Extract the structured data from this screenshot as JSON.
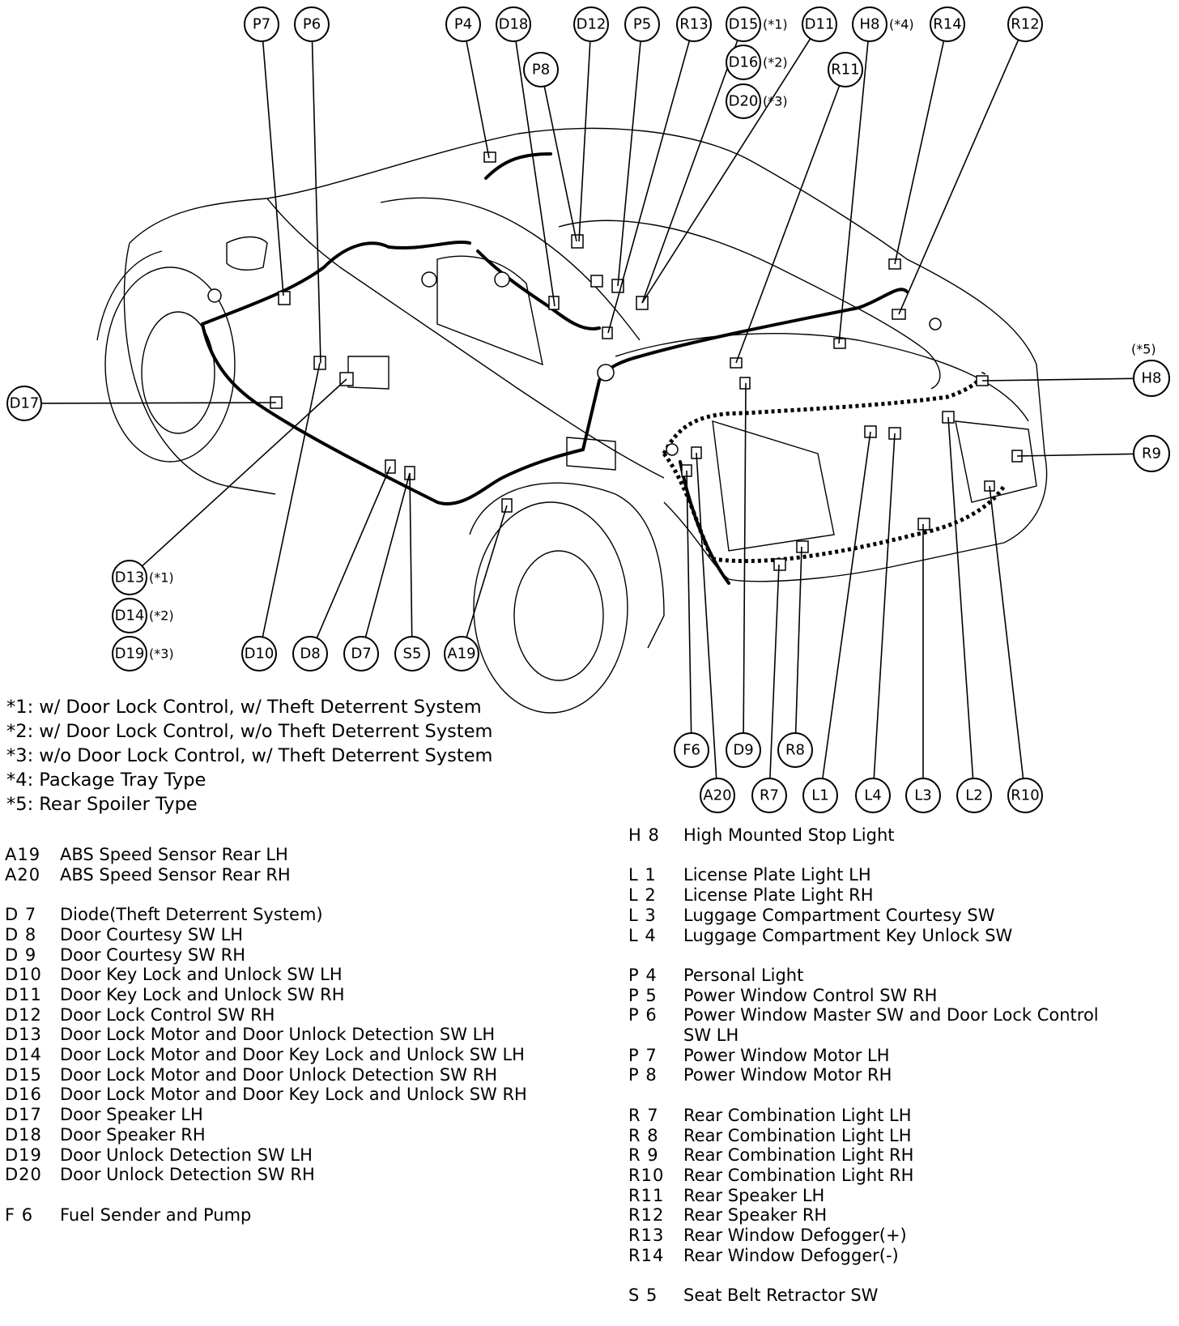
{
  "callouts": [
    {
      "label": "P7",
      "note": ""
    },
    {
      "label": "P6",
      "note": ""
    },
    {
      "label": "P4",
      "note": ""
    },
    {
      "label": "D18",
      "note": ""
    },
    {
      "label": "D12",
      "note": ""
    },
    {
      "label": "P5",
      "note": ""
    },
    {
      "label": "R13",
      "note": ""
    },
    {
      "label": "D15",
      "note": "(*1)"
    },
    {
      "label": "D11",
      "note": ""
    },
    {
      "label": "H8",
      "note": "(*4)"
    },
    {
      "label": "R14",
      "note": ""
    },
    {
      "label": "R12",
      "note": ""
    },
    {
      "label": "P8",
      "note": ""
    },
    {
      "label": "D16",
      "note": "(*2)"
    },
    {
      "label": "R11",
      "note": ""
    },
    {
      "label": "D20",
      "note": "(*3)"
    },
    {
      "label": "H8",
      "note": "(*5)"
    },
    {
      "label": "D17",
      "note": ""
    },
    {
      "label": "R9",
      "note": ""
    },
    {
      "label": "D13",
      "note": "(*1)"
    },
    {
      "label": "D14",
      "note": "(*2)"
    },
    {
      "label": "D19",
      "note": "(*3)"
    },
    {
      "label": "D10",
      "note": ""
    },
    {
      "label": "D8",
      "note": ""
    },
    {
      "label": "D7",
      "note": ""
    },
    {
      "label": "S5",
      "note": ""
    },
    {
      "label": "A19",
      "note": ""
    },
    {
      "label": "F6",
      "note": ""
    },
    {
      "label": "D9",
      "note": ""
    },
    {
      "label": "R8",
      "note": ""
    },
    {
      "label": "A20",
      "note": ""
    },
    {
      "label": "R7",
      "note": ""
    },
    {
      "label": "L1",
      "note": ""
    },
    {
      "label": "L4",
      "note": ""
    },
    {
      "label": "L3",
      "note": ""
    },
    {
      "label": "L2",
      "note": ""
    },
    {
      "label": "R10",
      "note": ""
    }
  ],
  "notes": [
    "*1: w/ Door Lock Control, w/ Theft Deterrent System",
    "*2: w/ Door Lock Control, w/o Theft Deterrent System",
    "*3: w/o Door Lock Control, w/ Theft Deterrent System",
    "*4: Package Tray Type",
    "*5: Rear Spoiler Type"
  ],
  "legend_left": [
    [
      {
        "code": "A19",
        "desc": "ABS Speed Sensor Rear LH"
      },
      {
        "code": "A20",
        "desc": "ABS Speed Sensor Rear RH"
      }
    ],
    [
      {
        "code": "D 7",
        "desc": "Diode(Theft Deterrent System)"
      },
      {
        "code": "D 8",
        "desc": "Door Courtesy SW LH"
      },
      {
        "code": "D 9",
        "desc": "Door Courtesy SW RH"
      },
      {
        "code": "D10",
        "desc": "Door Key Lock and Unlock SW LH"
      },
      {
        "code": "D11",
        "desc": "Door Key Lock and Unlock SW RH"
      },
      {
        "code": "D12",
        "desc": "Door Lock Control SW RH"
      },
      {
        "code": "D13",
        "desc": "Door Lock Motor and Door Unlock Detection SW LH"
      },
      {
        "code": "D14",
        "desc": "Door Lock Motor and Door Key Lock and Unlock SW LH"
      },
      {
        "code": "D15",
        "desc": "Door Lock Motor and Door Unlock Detection SW RH"
      },
      {
        "code": "D16",
        "desc": "Door Lock Motor and Door Key Lock and Unlock SW RH"
      },
      {
        "code": "D17",
        "desc": "Door Speaker LH"
      },
      {
        "code": "D18",
        "desc": "Door Speaker RH"
      },
      {
        "code": "D19",
        "desc": "Door Unlock Detection SW LH"
      },
      {
        "code": "D20",
        "desc": "Door Unlock Detection SW RH"
      }
    ],
    [
      {
        "code": "F 6",
        "desc": "Fuel Sender and Pump"
      }
    ]
  ],
  "legend_right": [
    [
      {
        "code": "H 8",
        "desc": "High Mounted Stop Light"
      }
    ],
    [
      {
        "code": "L 1",
        "desc": "License Plate Light LH"
      },
      {
        "code": "L 2",
        "desc": "License Plate Light RH"
      },
      {
        "code": "L 3",
        "desc": "Luggage Compartment Courtesy SW"
      },
      {
        "code": "L 4",
        "desc": "Luggage Compartment Key Unlock SW"
      }
    ],
    [
      {
        "code": "P 4",
        "desc": "Personal Light"
      },
      {
        "code": "P 5",
        "desc": "Power Window Control SW RH"
      },
      {
        "code": "P 6",
        "desc": "Power Window Master SW and Door Lock Control"
      },
      {
        "code": "",
        "desc": "SW LH"
      },
      {
        "code": "P 7",
        "desc": "Power Window Motor LH"
      },
      {
        "code": "P 8",
        "desc": "Power Window Motor RH"
      }
    ],
    [
      {
        "code": "R 7",
        "desc": "Rear Combination Light LH"
      },
      {
        "code": "R 8",
        "desc": "Rear Combination Light LH"
      },
      {
        "code": "R 9",
        "desc": "Rear Combination Light RH"
      },
      {
        "code": "R10",
        "desc": "Rear Combination Light RH"
      },
      {
        "code": "R11",
        "desc": "Rear Speaker LH"
      },
      {
        "code": "R12",
        "desc": "Rear Speaker RH"
      },
      {
        "code": "R13",
        "desc": "Rear Window Defogger(+)"
      },
      {
        "code": "R14",
        "desc": "Rear Window Defogger(-)"
      }
    ],
    [
      {
        "code": "S 5",
        "desc": "Seat Belt Retractor SW"
      }
    ]
  ]
}
